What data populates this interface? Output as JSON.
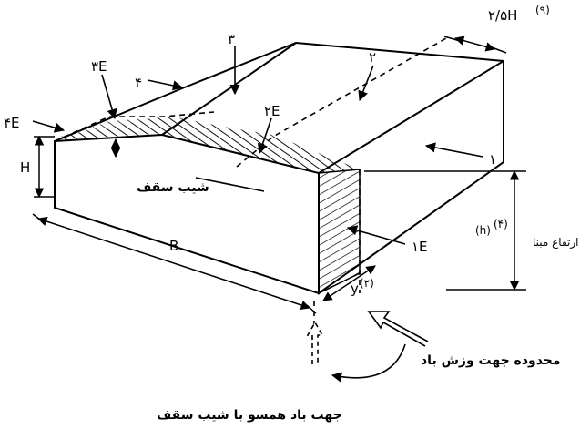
{
  "labels": {
    "dim_2_5h": "۲/۵H",
    "dim_2_5h_note": "(۹)",
    "label_3": "۳",
    "label_2": "۲",
    "label_3e": "۳E",
    "label_2e": "۲E",
    "label_4": "۴",
    "label_4e": "۴E",
    "label_1": "۱",
    "label_1e": "۱E",
    "h_big": "H",
    "b_len": "B",
    "roof_slope": "شیب سقف",
    "h_small": "(h)",
    "h_small_note": "(۴)",
    "base_height": "ارتفاع مبنا",
    "y_dim": "y",
    "y_note": "(۲)",
    "wind_range": "محدوده جهت وزش باد",
    "wind_parallel": "جهت باد همسو با شیب سقف"
  }
}
